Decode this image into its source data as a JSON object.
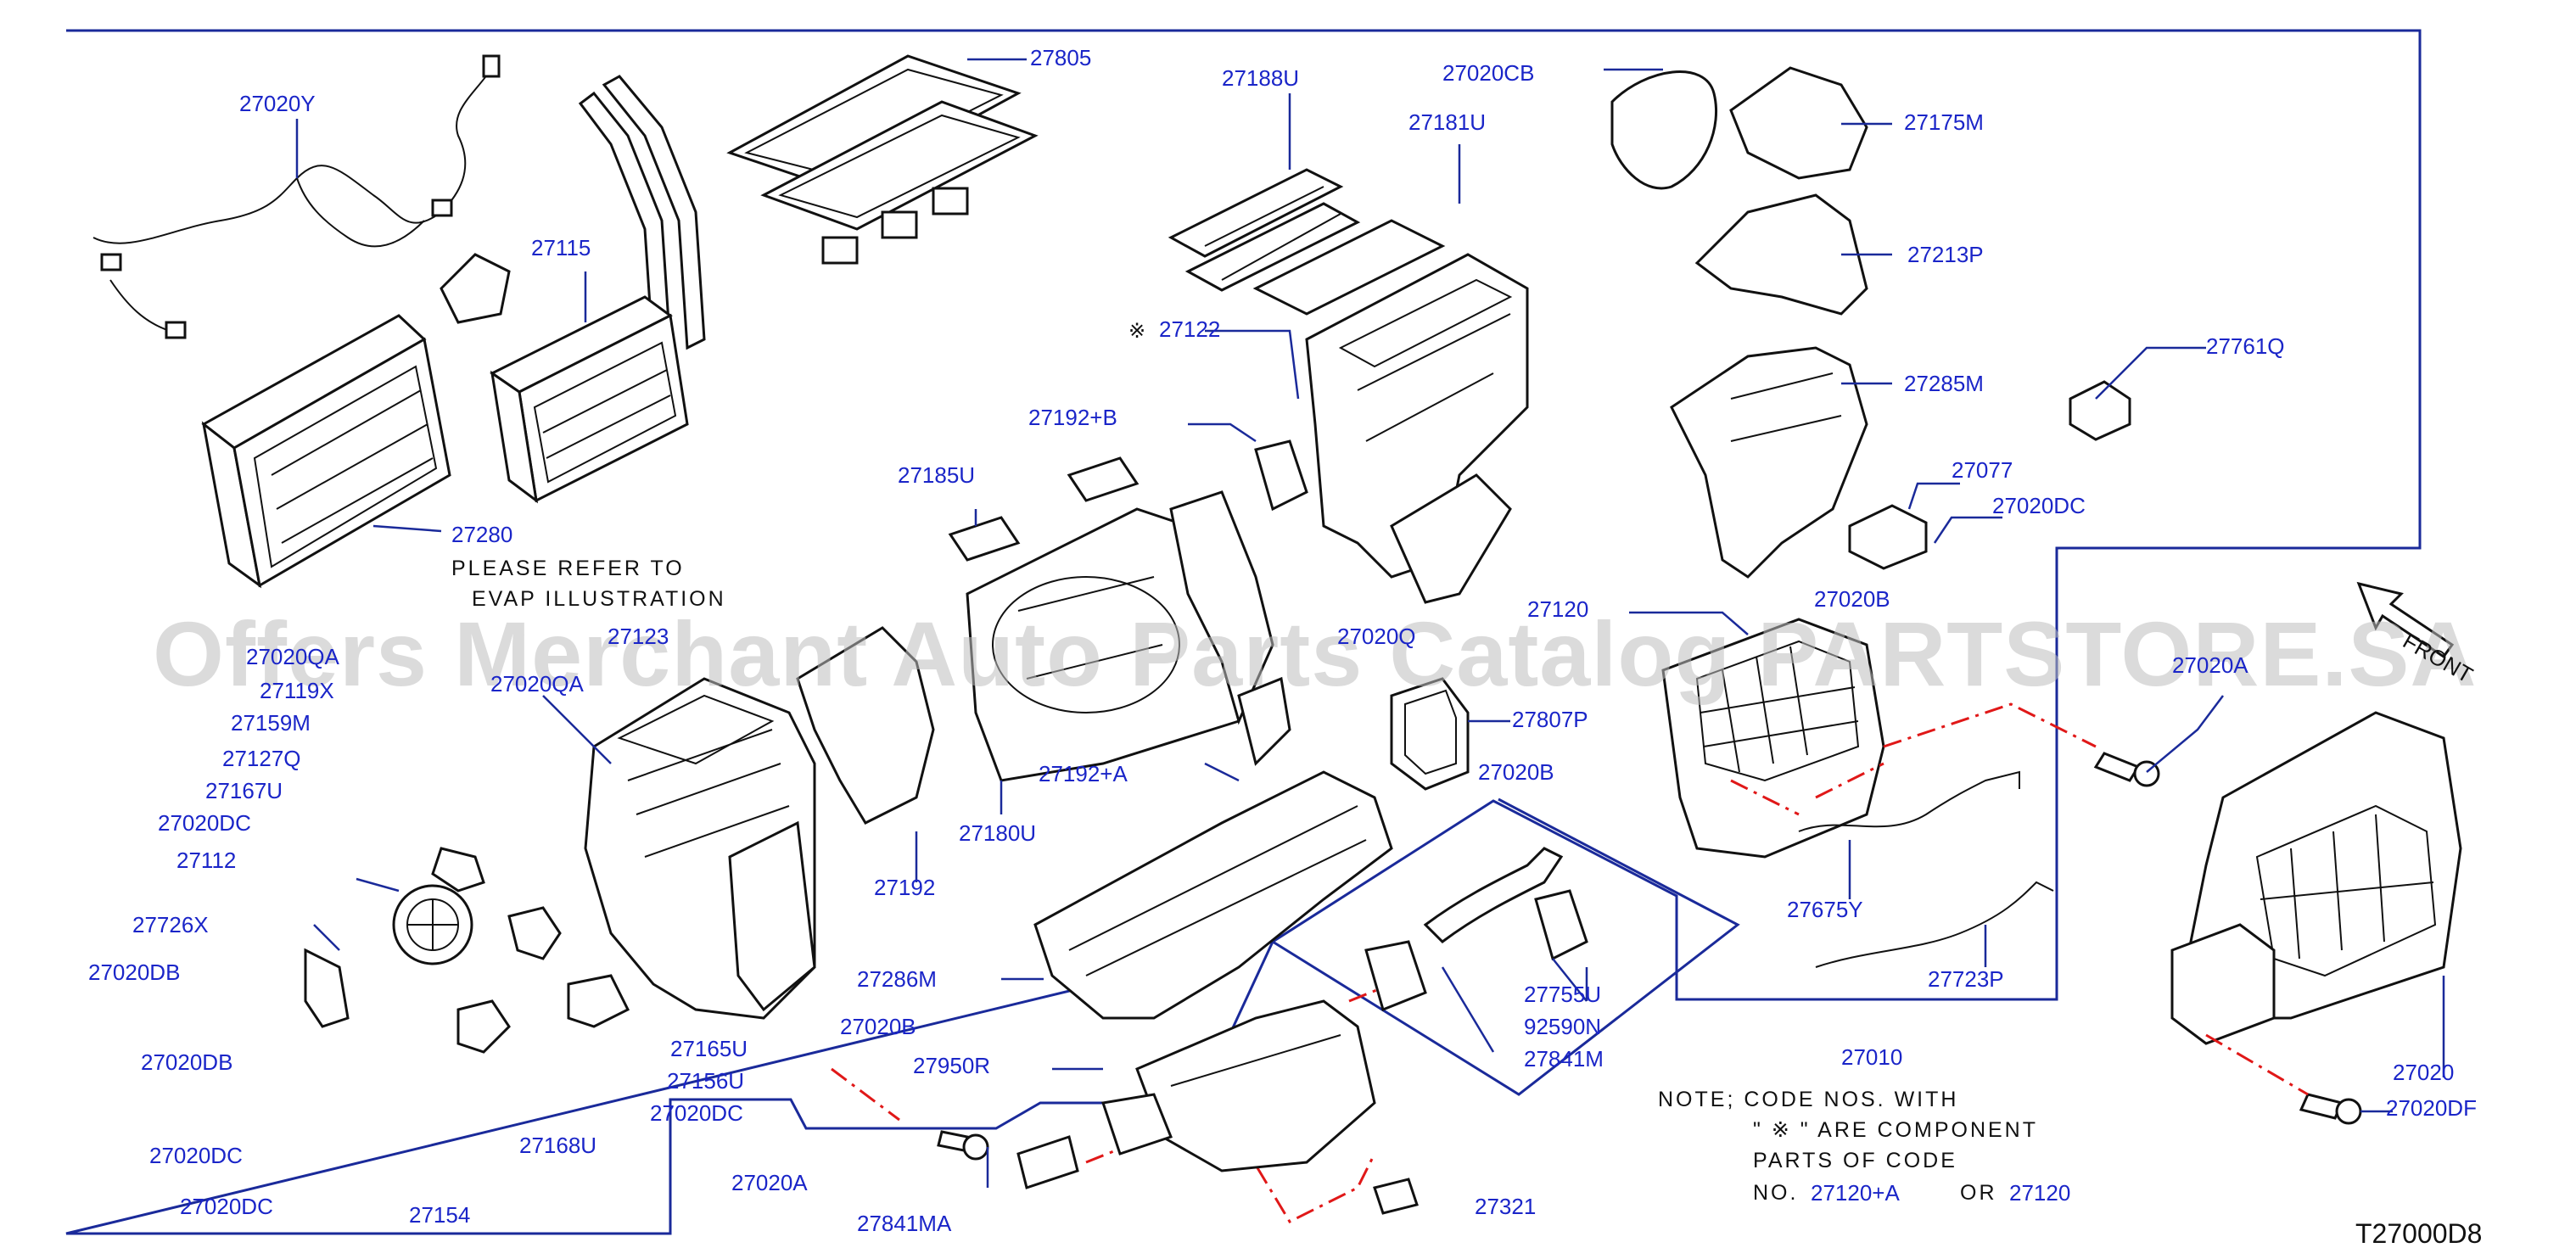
{
  "labels": {
    "p27020Y": "27020Y",
    "p27805": "27805",
    "p27188U": "27188U",
    "p27020CB": "27020CB",
    "p27175M": "27175M",
    "p27181U": "27181U",
    "p27115": "27115",
    "p27213P": "27213P",
    "p27122": "27122",
    "p27761Q": "27761Q",
    "p27285M": "27285M",
    "p27192B": "27192+B",
    "p27077": "27077",
    "p27185U": "27185U",
    "p27020DC_top": "27020DC",
    "p27280": "27280",
    "p27120": "27120",
    "p27020B_top": "27020B",
    "p27020Q": "27020Q",
    "p27123": "27123",
    "p27020QA_a": "27020QA",
    "p27020A_r": "27020A",
    "p27119X": "27119X",
    "p27020QA_b": "27020QA",
    "p27807P": "27807P",
    "p27159M": "27159M",
    "p27127Q": "27127Q",
    "p27192A": "27192+A",
    "p27020B_mid": "27020B",
    "p27167U": "27167U",
    "p27020DC_l1": "27020DC",
    "p27180U": "27180U",
    "p27112": "27112",
    "p27192": "27192",
    "p27675Y": "27675Y",
    "p27726X": "27726X",
    "p27286M": "27286M",
    "p27020DB_1": "27020DB",
    "p27723P": "27723P",
    "p27755U": "27755U",
    "p27020B_bot": "27020B",
    "p92590N": "92590N",
    "p27165U": "27165U",
    "p27020DB_2": "27020DB",
    "p27841M": "27841M",
    "p27010": "27010",
    "p27156U": "27156U",
    "p27950R": "27950R",
    "p27020": "27020",
    "p27020DC_l2": "27020DC",
    "p27020DF": "27020DF",
    "p27168U": "27168U",
    "p27020DC_l3": "27020DC",
    "p27020A_b": "27020A",
    "p27020DC_l4": "27020DC",
    "p27154": "27154",
    "p27841MA": "27841MA",
    "p27321": "27321"
  },
  "evap_note": {
    "line1": "PLEASE  REFER  TO",
    "line2": "EVAP  ILLUSTRATION"
  },
  "component_note": {
    "line1": "NOTE;  CODE  NOS.  WITH",
    "line2": "\" ※      \" ARE COMPONENT",
    "line3": "PARTS  OF  CODE",
    "line4_prefix": "NO.",
    "line4_code_a": "27120+A",
    "line4_or": "OR",
    "line4_code_b": "27120"
  },
  "asterisk_mark": "※",
  "front_label": "FRONT",
  "diagram_code": "T27000D8",
  "watermark": "Offers Merchant Auto Parts Catalog PARTSTORE.SA",
  "colors": {
    "label_blue": "#1a25c8",
    "frame_blue": "#1a2a9a",
    "dash_red": "#e01818",
    "watermark_gray": "#bebebe"
  }
}
